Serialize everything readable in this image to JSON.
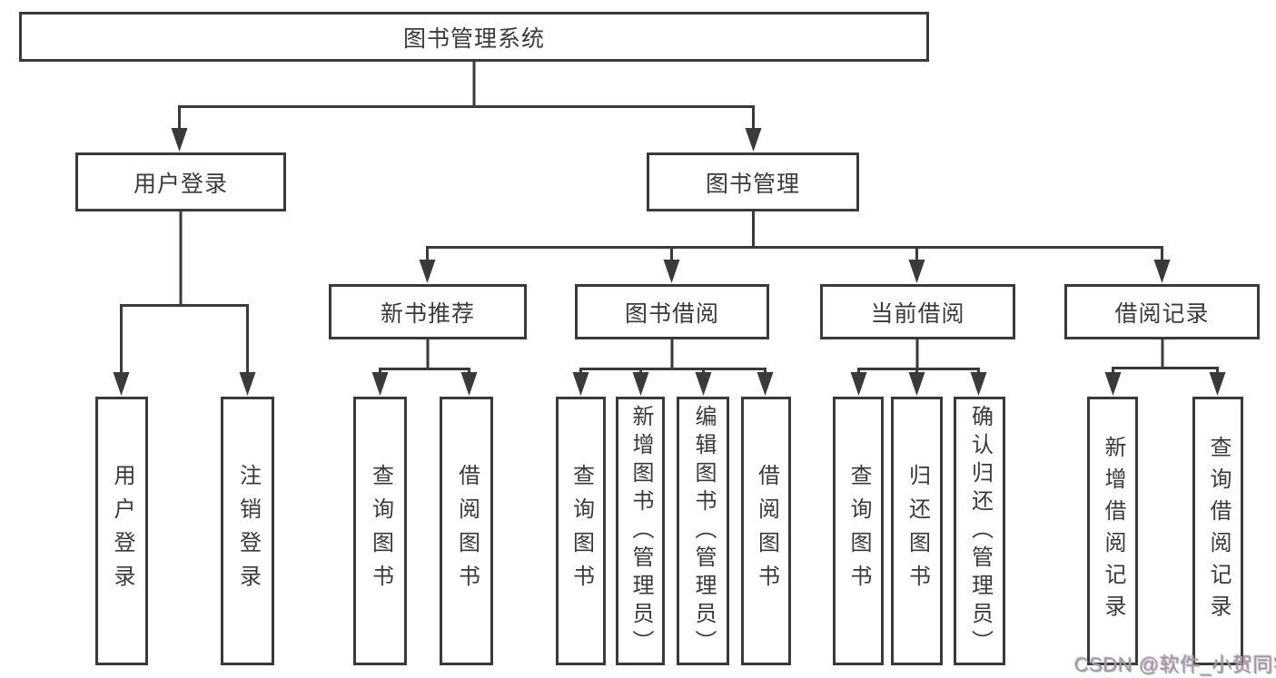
{
  "diagram": {
    "root": "图书管理系统",
    "nodes": {
      "user_login": "用户登录",
      "book_mgmt": "图书管理",
      "new_rec": "新书推荐",
      "book_borrow": "图书借阅",
      "current_borrow": "当前借阅",
      "borrow_records": "借阅记录"
    },
    "leaves": {
      "login_1": "用户登录",
      "login_2": "注销登录",
      "rec_1": "查询图书",
      "rec_2": "借阅图书",
      "bor_1": "查询图书",
      "bor_2": "新增图书（管理员）",
      "bor_3": "编辑图书（管理员）",
      "bor_4": "借阅图书",
      "cur_1": "查询图书",
      "cur_2": "归还图书",
      "cur_3": "确认归还（管理员）",
      "rcd_1": "新增借阅记录",
      "rcd_2": "查询借阅记录"
    }
  },
  "watermark": "CSDN @软件_小贺同学",
  "colors": {
    "line": "#3a3a3a",
    "text": "#3a3a3a",
    "watermark": "#9c9c9c",
    "background": "#ffffff"
  }
}
